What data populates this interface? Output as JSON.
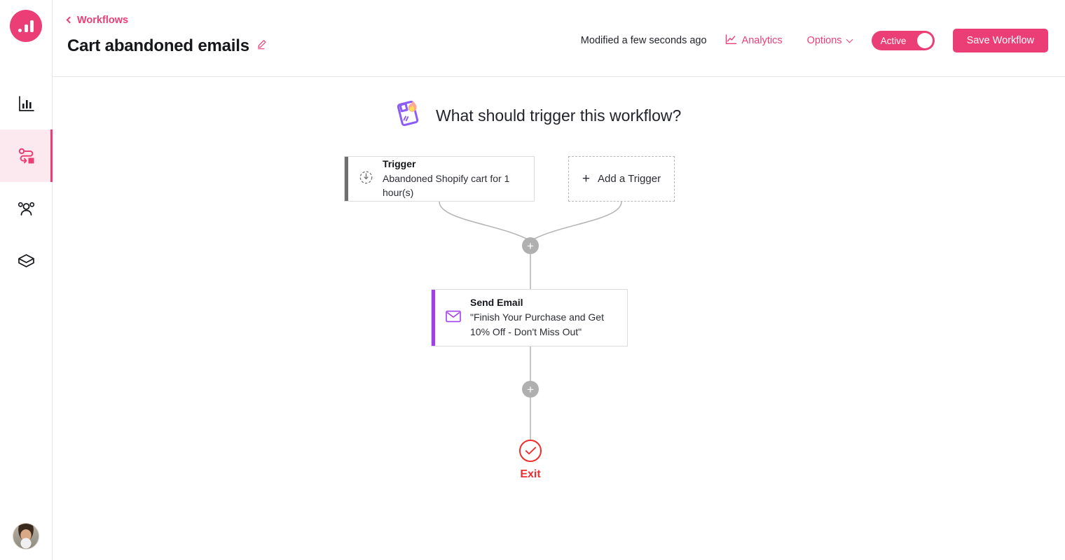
{
  "brand": {
    "accent_pink": "#EC3E76",
    "node_purple": "#A23EEC",
    "exit_red": "#EE2D2D",
    "connector_gray": "#b0b0b0"
  },
  "sidebar": {
    "logo_name": "analytics-logo",
    "items": [
      {
        "icon": "bar-chart-icon",
        "name": "sidebar-item-analytics",
        "active": false
      },
      {
        "icon": "workflow-icon",
        "name": "sidebar-item-workflows",
        "active": true
      },
      {
        "icon": "people-icon",
        "name": "sidebar-item-audience",
        "active": false
      },
      {
        "icon": "box-icon",
        "name": "sidebar-item-products",
        "active": false
      }
    ],
    "avatar_name": "user-avatar"
  },
  "header": {
    "breadcrumb": "Workflows",
    "back_icon": "chevron-left-icon",
    "title": "Cart abandoned emails",
    "edit_icon": "pencil-edit-icon",
    "modified": "Modified a few seconds ago",
    "analytics_label": "Analytics",
    "analytics_icon": "line-chart-icon",
    "options_label": "Options",
    "options_icon": "chevron-down-icon",
    "toggle_label": "Active",
    "toggle_state": "on",
    "save_label": "Save Workflow"
  },
  "canvas": {
    "prompt_icon": "lighter-flame-icon",
    "prompt_title": "What should trigger this workflow?",
    "trigger_node": {
      "icon": "power-trigger-icon",
      "title": "Trigger",
      "subtitle": "Abandoned Shopify cart for 1 hour(s)",
      "accent": "#6f6f6f"
    },
    "add_trigger": {
      "plus": "+",
      "label": "Add a Trigger"
    },
    "send_email_node": {
      "icon": "envelope-icon",
      "title": "Send Email",
      "subtitle": "\"Finish Your Purchase and Get 10% Off - Don't Miss Out\"",
      "accent": "#A23EEC"
    },
    "add_step_buttons": [
      {
        "name": "add-step-button-1",
        "glyph": "+"
      },
      {
        "name": "add-step-button-2",
        "glyph": "+"
      }
    ],
    "exit": {
      "icon": "check-circle-icon",
      "label": "Exit"
    }
  }
}
